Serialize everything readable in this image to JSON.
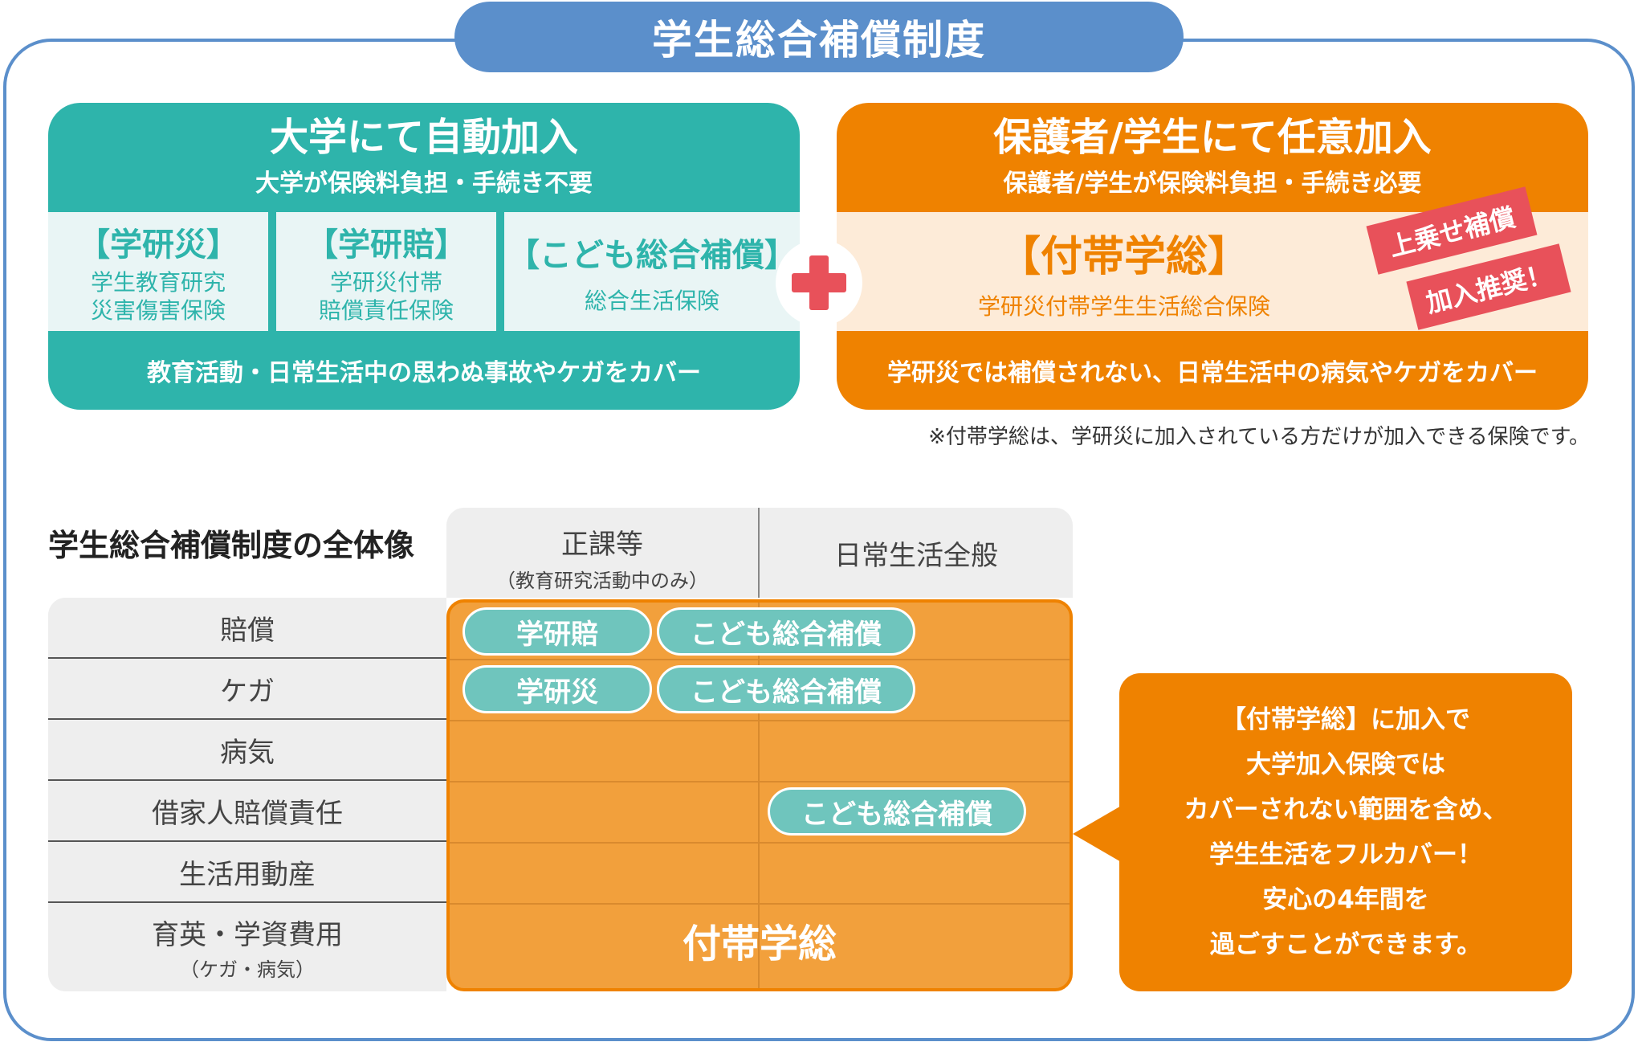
{
  "title": "学生総合補償制度",
  "auto": {
    "title": "大学にて自動加入",
    "subtitle": "大学が保険料負担・手続き不要",
    "items": [
      {
        "name": "【学研災】",
        "lines": [
          "学生教育研究",
          "災害傷害保険"
        ]
      },
      {
        "name": "【学研賠】",
        "lines": [
          "学研災付帯",
          "賠償責任保険"
        ]
      },
      {
        "name": "【こども総合補償】",
        "lines": [
          "総合生活保険"
        ]
      }
    ],
    "footer": "教育活動・日常生活中の思わぬ事故やケガをカバー"
  },
  "optional": {
    "title": "保護者/学生にて任意加入",
    "subtitle": "保護者/学生が保険料負担・手続き必要",
    "item_name": "【付帯学総】",
    "item_desc": "学研災付帯学生生活総合保険",
    "tags": [
      "上乗せ補償",
      "加入推奨！"
    ],
    "footer": "学研災では補償されない、日常生活中の病気やケガをカバー"
  },
  "note": "※付帯学総は、学研災に加入されている方だけが加入できる保険です。",
  "overview": {
    "title": "学生総合補償制度の全体像",
    "columns": [
      {
        "label": "正課等",
        "sub": "（教育研究活動中のみ）"
      },
      {
        "label": "日常生活全般",
        "sub": ""
      }
    ],
    "rows": [
      {
        "label": "賠償",
        "sub": ""
      },
      {
        "label": "ケガ",
        "sub": ""
      },
      {
        "label": "病気",
        "sub": ""
      },
      {
        "label": "借家人賠償責任",
        "sub": ""
      },
      {
        "label": "生活用動産",
        "sub": ""
      },
      {
        "label": "育英・学資費用",
        "sub": "（ケガ・病気）"
      }
    ],
    "pills": {
      "row1_a": "学研賠",
      "row1_b": "こども総合補償",
      "row2_a": "学研災",
      "row2_b": "こども総合補償",
      "row4": "こども総合補償"
    },
    "fill_label": "付帯学総"
  },
  "bubble": [
    "【付帯学総】に加入で",
    "大学加入保険では",
    "カバーされない範囲を含め、",
    "学生生活をフルカバー！",
    "安心の4年間を",
    "過ごすことができます。"
  ],
  "colors": {
    "blue": "#5b8fcb",
    "teal": "#2eb4ab",
    "orange": "#ef8200",
    "red": "#e8515a"
  }
}
